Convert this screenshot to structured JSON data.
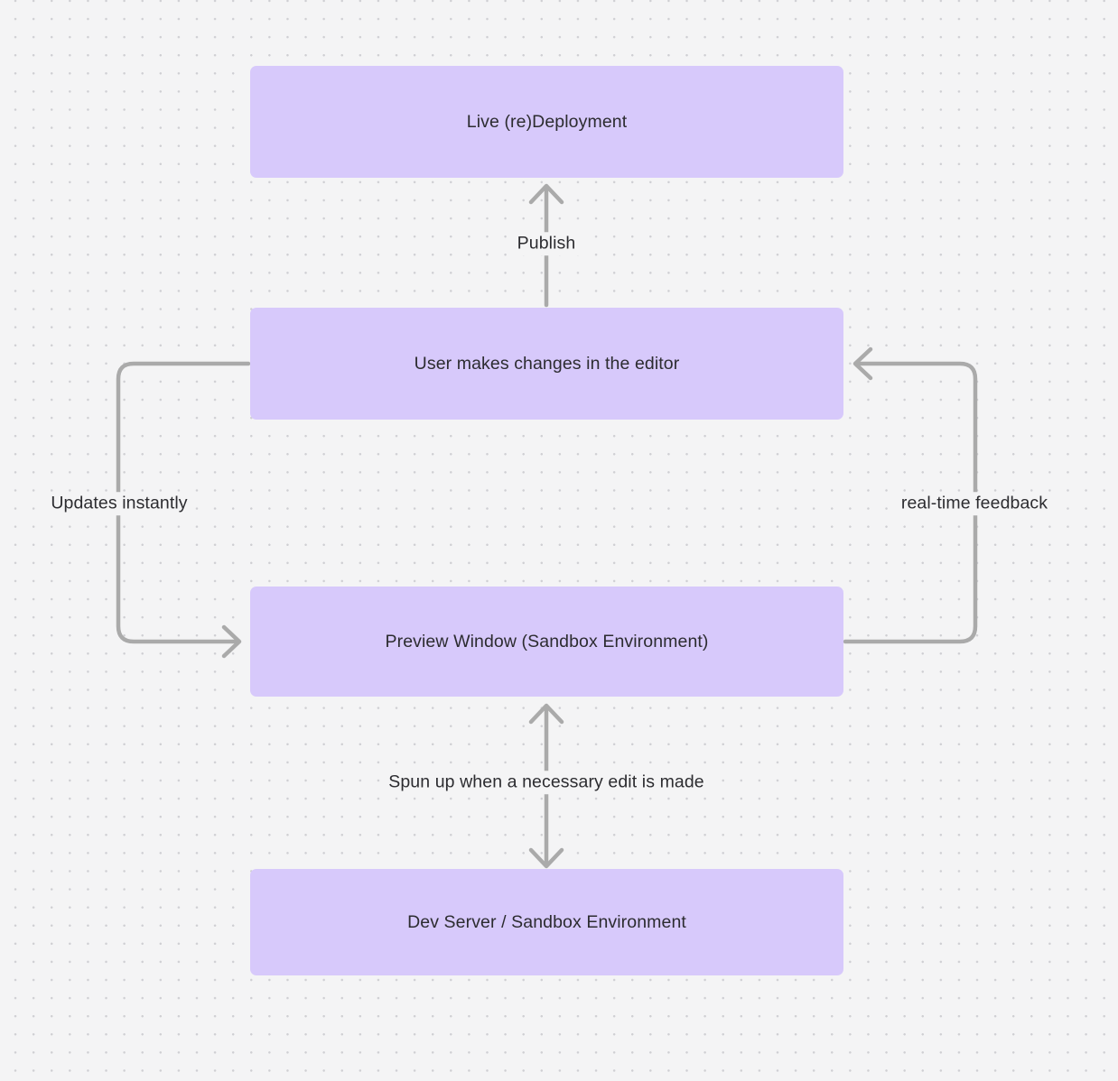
{
  "diagram": {
    "type": "flowchart",
    "background_color": "#f4f4f5",
    "grid": "dot-grid",
    "node_fill": "#d7c9fb",
    "edge_color": "#aaaaaa",
    "text_color": "#2c2c30",
    "nodes": [
      {
        "id": "live",
        "label": "Live (re)Deployment"
      },
      {
        "id": "editor",
        "label": "User makes changes in the editor"
      },
      {
        "id": "preview",
        "label": "Preview Window (Sandbox Environment)"
      },
      {
        "id": "devserver",
        "label": "Dev Server / Sandbox Environment"
      }
    ],
    "edges": [
      {
        "id": "publish",
        "from": "editor",
        "to": "live",
        "label": "Publish",
        "direction": "up"
      },
      {
        "id": "updates",
        "from": "editor",
        "to": "preview",
        "label": "Updates instantly",
        "direction": "left-loop-down"
      },
      {
        "id": "realtime",
        "from": "preview",
        "to": "editor",
        "label": "real-time feedback",
        "direction": "right-loop-up"
      },
      {
        "id": "spunup",
        "from": "preview",
        "to": "devserver",
        "label": "Spun up when a necessary edit is made",
        "direction": "bidirectional"
      }
    ]
  }
}
